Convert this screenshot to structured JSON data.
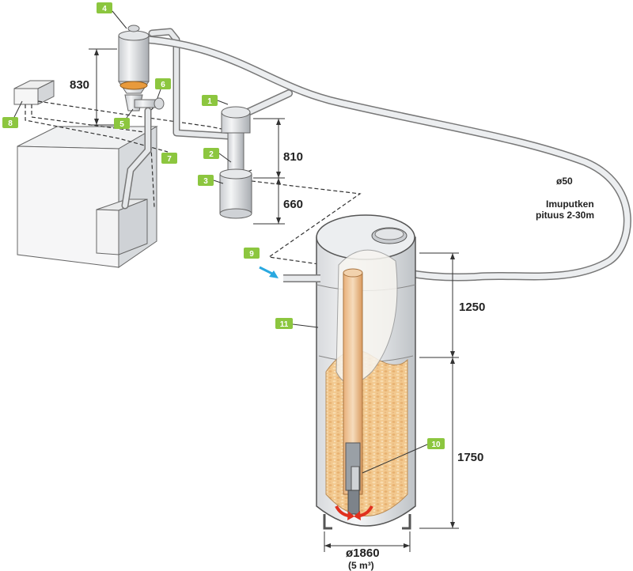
{
  "colors": {
    "badge": "#8cc63f",
    "pellet": "#f2c88e",
    "arrow_blue": "#29a8e0",
    "arrow_red": "#e0301e",
    "ring_orange": "#e89a3c"
  },
  "badges": {
    "b1": "1",
    "b2": "2",
    "b3": "3",
    "b4": "4",
    "b5": "5",
    "b6": "6",
    "b7": "7",
    "b8": "8",
    "b9": "9",
    "b10": "10",
    "b11": "11"
  },
  "dimensions": {
    "d830": "830",
    "d810": "810",
    "d660": "660",
    "d1250": "1250",
    "d1750": "1750",
    "diam_pipe": "ø50",
    "diam_silo": "ø1860",
    "volume": "(5 m³)"
  },
  "labels": {
    "hose_line1": "Imuputken",
    "hose_line2": "pituus 2-30m"
  }
}
